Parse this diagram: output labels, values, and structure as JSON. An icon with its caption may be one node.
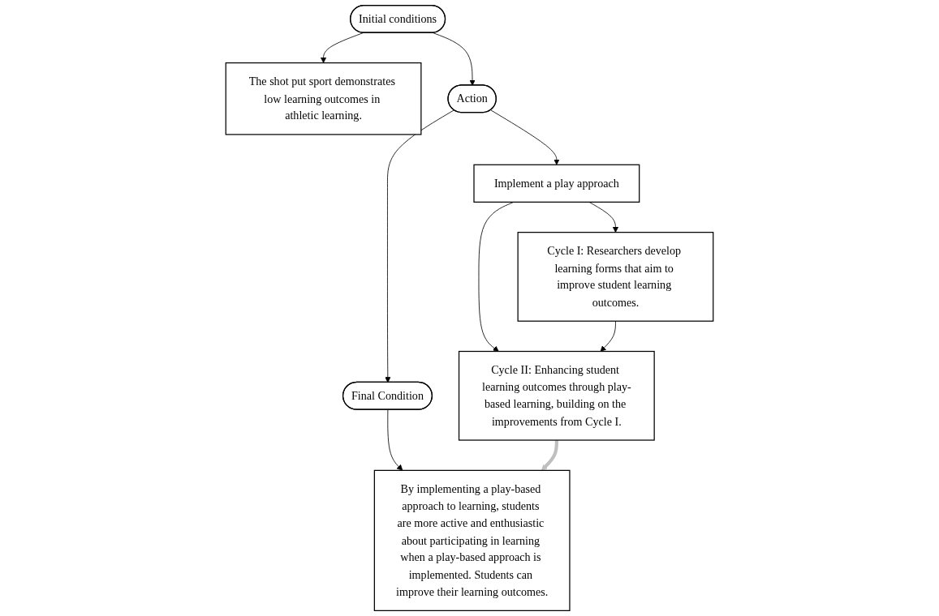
{
  "diagram": {
    "nodes": [
      {
        "text": [
          "Initial conditions"
        ]
      },
      {
        "text": [
          "The shot put sport demonstrates low learning outcomes in athletic learning."
        ]
      },
      {
        "text": [
          "Action"
        ]
      },
      {
        "text": [
          "Implement a play approach"
        ]
      },
      {
        "text": [
          "Cycle I: Researchers develop learning forms that aim to improve student learning outcomes."
        ]
      },
      {
        "text": [
          "Final Condition"
        ]
      },
      {
        "text": [
          "By implementing a play-based approach to learning, students are more active and enthusiastic about participating in learning when a play-based approach is implemented. Students can improve their learning outcomes."
        ]
      },
      {
        "text": [
          "Cycle II: Enhancing student learning outcomes through play-based learning, building on the improvements from Cycle I."
        ]
      }
    ],
    "edges": [
      {
        "from": 0,
        "to": 1,
        "arrow": "to"
      },
      {
        "from": 0,
        "to": 2,
        "arrow": "to"
      },
      {
        "from": 2,
        "to": 3,
        "arrow": "to"
      },
      {
        "from": 2,
        "to": 5,
        "arrow": "to"
      },
      {
        "from": 3,
        "to": 4,
        "arrow": "to"
      },
      {
        "from": 3,
        "to": 7,
        "arrow": "to"
      },
      {
        "from": 5,
        "to": 6,
        "arrow": "to"
      },
      {
        "from": 4,
        "to": 7,
        "arrow": "to"
      },
      {
        "from": 7,
        "to": 6,
        "arrow": "to",
        "style": "thick",
        "color": "#bfbfbf"
      }
    ]
  }
}
